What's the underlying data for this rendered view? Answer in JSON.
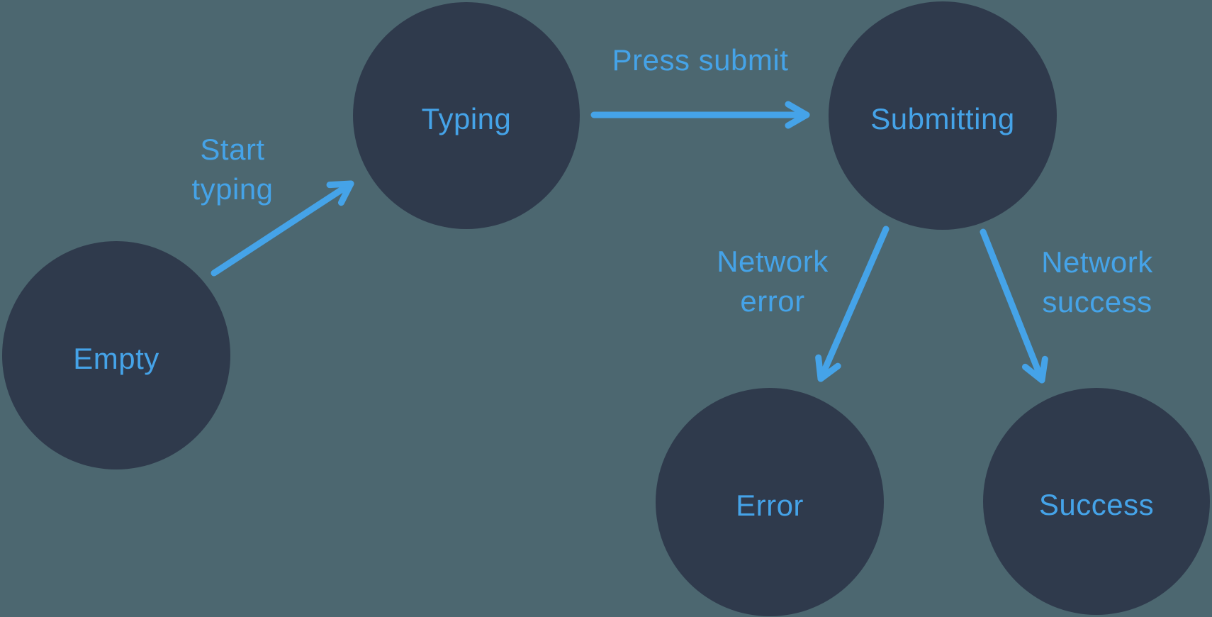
{
  "diagram": {
    "colors": {
      "background": "#4C6770",
      "node_fill": "#2F3A4C",
      "accent": "#45A3E8"
    },
    "states": [
      {
        "id": "empty",
        "label": "Empty"
      },
      {
        "id": "typing",
        "label": "Typing"
      },
      {
        "id": "submitting",
        "label": "Submitting"
      },
      {
        "id": "error",
        "label": "Error"
      },
      {
        "id": "success",
        "label": "Success"
      }
    ],
    "transitions": [
      {
        "id": "start-typing",
        "from": "empty",
        "to": "typing",
        "label": "Start typing",
        "lines": [
          "Start",
          "typing"
        ]
      },
      {
        "id": "press-submit",
        "from": "typing",
        "to": "submitting",
        "label": "Press submit",
        "lines": [
          "Press submit"
        ]
      },
      {
        "id": "network-error",
        "from": "submitting",
        "to": "error",
        "label": "Network error",
        "lines": [
          "Network",
          "error"
        ]
      },
      {
        "id": "network-success",
        "from": "submitting",
        "to": "success",
        "label": "Network success",
        "lines": [
          "Network",
          "success"
        ]
      }
    ]
  }
}
